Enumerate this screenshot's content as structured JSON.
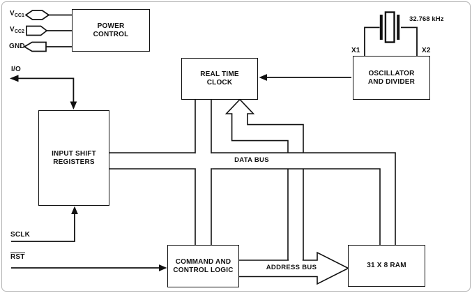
{
  "blocks": {
    "power_control": {
      "line1": "POWER",
      "line2": "CONTROL"
    },
    "real_time_clock": {
      "line1": "REAL TIME",
      "line2": "CLOCK"
    },
    "oscillator_divider": {
      "line1": "OSCILLATOR",
      "line2": "AND DIVIDER"
    },
    "input_shift_registers": {
      "line1": "INPUT SHIFT",
      "line2": "REGISTERS"
    },
    "command_control_logic": {
      "line1": "COMMAND AND",
      "line2": "CONTROL LOGIC"
    },
    "ram": {
      "line1": "31 X 8 RAM"
    }
  },
  "pins": {
    "vcc1": {
      "base": "V",
      "sub": "CC1"
    },
    "vcc2": {
      "base": "V",
      "sub": "CC2"
    },
    "gnd": {
      "label": "GND"
    },
    "io": {
      "label": "I/O"
    },
    "sclk": {
      "label": "SCLK"
    },
    "rst": {
      "label": "RST"
    },
    "x1": {
      "label": "X1"
    },
    "x2": {
      "label": "X2"
    }
  },
  "buses": {
    "data_bus": {
      "label": "DATA BUS"
    },
    "address_bus": {
      "label": "ADDRESS BUS"
    }
  },
  "crystal": {
    "frequency": "32.768 kHz"
  },
  "colors": {
    "line": "#111111",
    "background": "#ffffff",
    "frame": "#b3b3b3"
  }
}
